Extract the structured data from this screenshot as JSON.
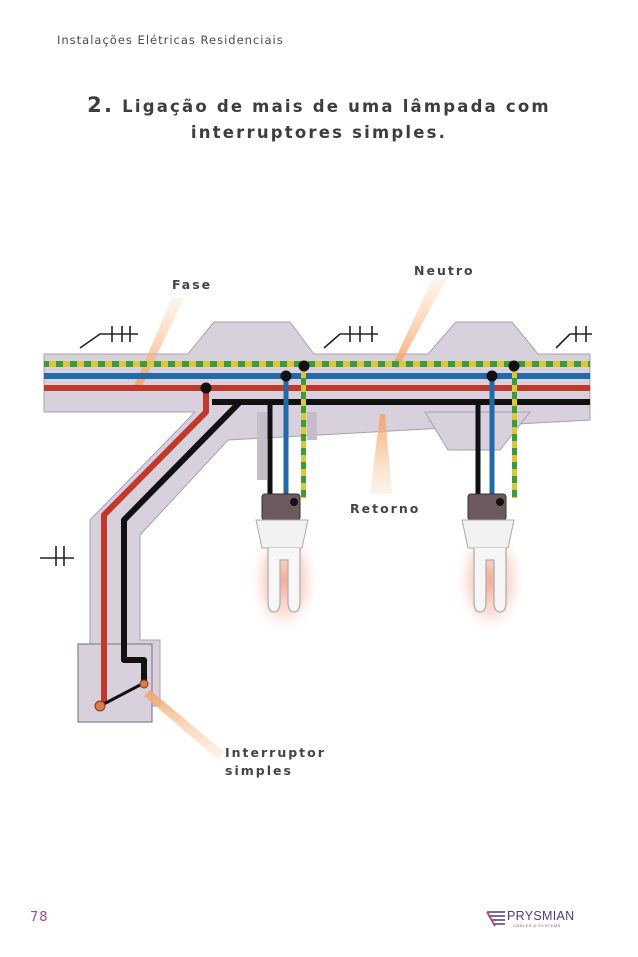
{
  "header": {
    "text": "Instalações Elétricas Residenciais"
  },
  "title": {
    "number": "2.",
    "line1": "Ligação de mais de uma lâmpada com",
    "line2": "interruptores simples."
  },
  "labels": {
    "fase": "Fase",
    "neutro": "Neutro",
    "retorno": "Retorno",
    "interruptor_line1": "Interruptor",
    "interruptor_line2": "simples"
  },
  "footer": {
    "page_number": "78",
    "logo_name": "PRYSMIAN",
    "logo_tagline": "CABLES & SYSTEMS"
  },
  "colors": {
    "fase_wire": "#c0392b",
    "neutro_wire": "#1f6aa8",
    "retorno_wire": "#111111",
    "terra_wire": "#d9c93a",
    "conduit": "#d8d0dc",
    "callout": "#f5b27a"
  }
}
